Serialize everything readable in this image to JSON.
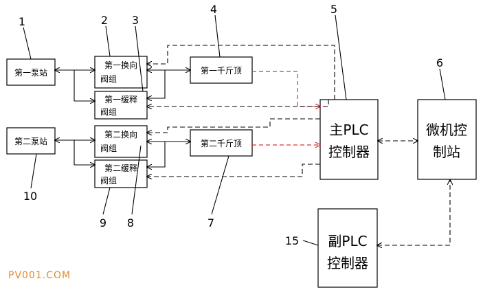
{
  "blocks": {
    "pump1": "第一泵站",
    "pump2": "第二泵站",
    "rev1_l1": "第一换向",
    "rev1_l2": "阀组",
    "buf1_l1": "第一缓释",
    "buf1_l2": "阀组",
    "rev2_l1": "第二换向",
    "rev2_l2": "阀组",
    "buf2_l1": "第二缓释",
    "buf2_l2": "阀组",
    "jack1": "第一千斤顶",
    "jack2": "第二千斤顶",
    "main_plc_l1": "主PLC",
    "main_plc_l2": "控制器",
    "micro_l1": "微机控",
    "micro_l2": "制站",
    "sub_plc_l1": "副PLC",
    "sub_plc_l2": "控制器"
  },
  "numbers": {
    "n1": "1",
    "n2": "2",
    "n3": "3",
    "n4": "4",
    "n5": "5",
    "n6": "6",
    "n7": "7",
    "n8": "8",
    "n9": "9",
    "n10": "10",
    "n15": "15"
  },
  "watermark": "PV001.COM",
  "colors": {
    "line": "#000000",
    "signal": "#dd3333",
    "watermark": "#e48a2d"
  }
}
